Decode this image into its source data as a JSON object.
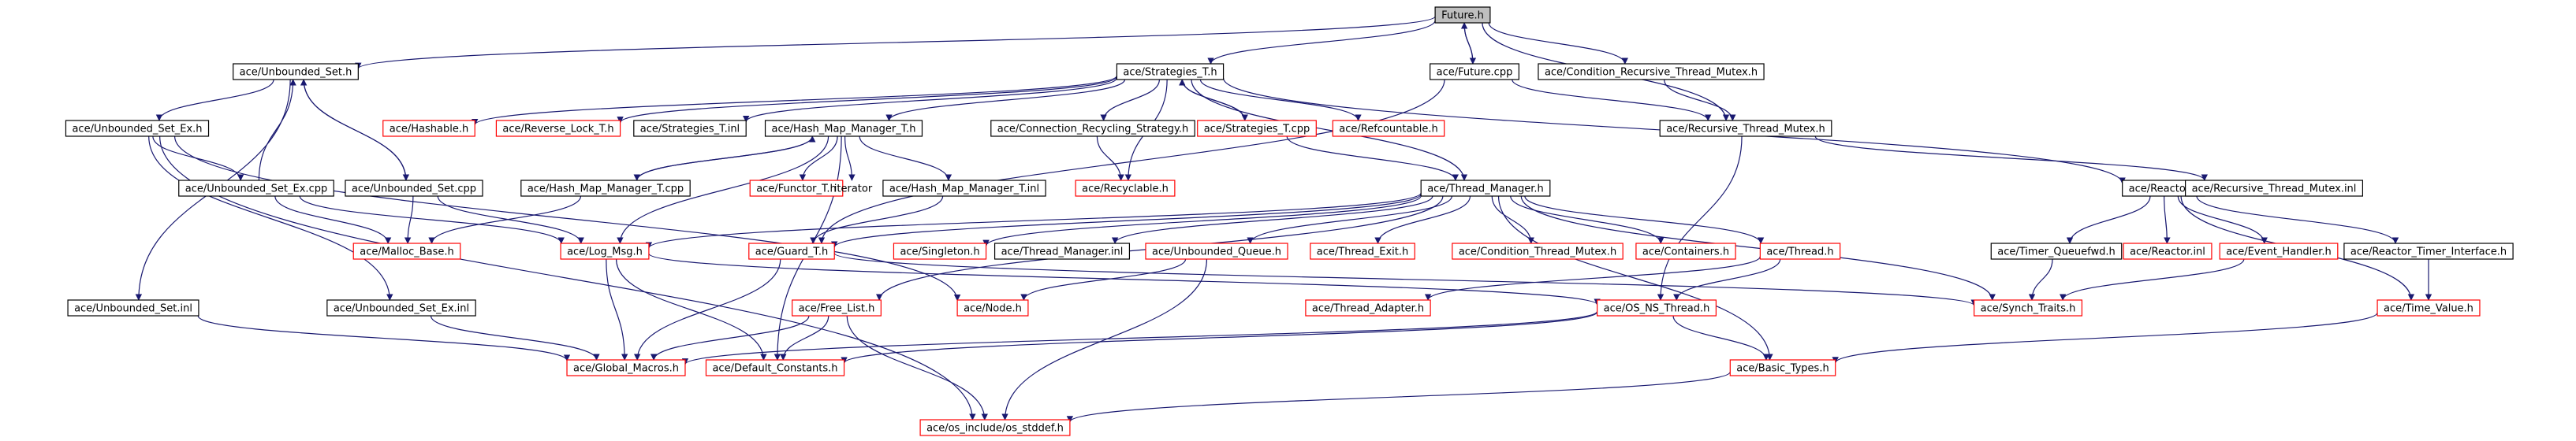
{
  "title": "Future.h",
  "colors": {
    "edge": "#191970",
    "node_border": "#000000",
    "external_border": "#ff0000",
    "root_fill": "#bfbfbf",
    "background": "#ffffff"
  },
  "nodes": [
    {
      "id": "future_h",
      "label": "Future.h",
      "kind": "root"
    },
    {
      "id": "unbounded_set_h",
      "label": "ace/Unbounded_Set.h",
      "kind": "normal"
    },
    {
      "id": "strategies_t_h",
      "label": "ace/Strategies_T.h",
      "kind": "normal"
    },
    {
      "id": "future_cpp",
      "label": "ace/Future.cpp",
      "kind": "normal"
    },
    {
      "id": "cond_rec_mutex_h",
      "label": "ace/Condition_Recursive_Thread_Mutex.h",
      "kind": "normal"
    },
    {
      "id": "unbounded_set_ex_h",
      "label": "ace/Unbounded_Set_Ex.h",
      "kind": "normal"
    },
    {
      "id": "hashable_h",
      "label": "ace/Hashable.h",
      "kind": "external"
    },
    {
      "id": "reverse_lock_t_h",
      "label": "ace/Reverse_Lock_T.h",
      "kind": "external"
    },
    {
      "id": "strategies_t_inl",
      "label": "ace/Strategies_T.inl",
      "kind": "normal"
    },
    {
      "id": "hash_map_manager_t_h",
      "label": "ace/Hash_Map_Manager_T.h",
      "kind": "normal"
    },
    {
      "id": "conn_recycling_h",
      "label": "ace/Connection_Recycling_Strategy.h",
      "kind": "normal"
    },
    {
      "id": "strategies_t_cpp",
      "label": "ace/Strategies_T.cpp",
      "kind": "external"
    },
    {
      "id": "refcountable_h",
      "label": "ace/Refcountable.h",
      "kind": "external"
    },
    {
      "id": "recursive_mutex_h",
      "label": "ace/Recursive_Thread_Mutex.h",
      "kind": "normal"
    },
    {
      "id": "unbounded_set_ex_cpp",
      "label": "ace/Unbounded_Set_Ex.cpp",
      "kind": "normal"
    },
    {
      "id": "unbounded_set_cpp",
      "label": "ace/Unbounded_Set.cpp",
      "kind": "normal"
    },
    {
      "id": "hash_map_manager_t_cpp",
      "label": "ace/Hash_Map_Manager_T.cpp",
      "kind": "normal"
    },
    {
      "id": "functor_t_h",
      "label": "ace/Functor_T.h",
      "kind": "external"
    },
    {
      "id": "iterator",
      "label": "iterator",
      "kind": "plain"
    },
    {
      "id": "hash_map_manager_t_inl",
      "label": "ace/Hash_Map_Manager_T.inl",
      "kind": "normal"
    },
    {
      "id": "recyclable_h",
      "label": "ace/Recyclable.h",
      "kind": "external"
    },
    {
      "id": "thread_manager_h",
      "label": "ace/Thread_Manager.h",
      "kind": "normal"
    },
    {
      "id": "reactor_h",
      "label": "ace/Reactor.h",
      "kind": "normal"
    },
    {
      "id": "recursive_mutex_inl",
      "label": "ace/Recursive_Thread_Mutex.inl",
      "kind": "normal"
    },
    {
      "id": "malloc_base_h",
      "label": "ace/Malloc_Base.h",
      "kind": "external"
    },
    {
      "id": "log_msg_h",
      "label": "ace/Log_Msg.h",
      "kind": "external"
    },
    {
      "id": "guard_t_h",
      "label": "ace/Guard_T.h",
      "kind": "external"
    },
    {
      "id": "singleton_h",
      "label": "ace/Singleton.h",
      "kind": "external"
    },
    {
      "id": "thread_manager_inl",
      "label": "ace/Thread_Manager.inl",
      "kind": "normal"
    },
    {
      "id": "unbounded_queue_h",
      "label": "ace/Unbounded_Queue.h",
      "kind": "external"
    },
    {
      "id": "thread_exit_h",
      "label": "ace/Thread_Exit.h",
      "kind": "external"
    },
    {
      "id": "cond_thread_mutex_h",
      "label": "ace/Condition_Thread_Mutex.h",
      "kind": "external"
    },
    {
      "id": "containers_h",
      "label": "ace/Containers.h",
      "kind": "external"
    },
    {
      "id": "thread_h",
      "label": "ace/Thread.h",
      "kind": "external"
    },
    {
      "id": "timer_queuefwd_h",
      "label": "ace/Timer_Queuefwd.h",
      "kind": "normal"
    },
    {
      "id": "reactor_inl",
      "label": "ace/Reactor.inl",
      "kind": "external"
    },
    {
      "id": "event_handler_h",
      "label": "ace/Event_Handler.h",
      "kind": "external"
    },
    {
      "id": "reactor_timer_if_h",
      "label": "ace/Reactor_Timer_Interface.h",
      "kind": "normal"
    },
    {
      "id": "unbounded_set_inl",
      "label": "ace/Unbounded_Set.inl",
      "kind": "normal"
    },
    {
      "id": "unbounded_set_ex_inl",
      "label": "ace/Unbounded_Set_Ex.inl",
      "kind": "normal"
    },
    {
      "id": "free_list_h",
      "label": "ace/Free_List.h",
      "kind": "external"
    },
    {
      "id": "node_h",
      "label": "ace/Node.h",
      "kind": "external"
    },
    {
      "id": "thread_adapter_h",
      "label": "ace/Thread_Adapter.h",
      "kind": "external"
    },
    {
      "id": "os_ns_thread_h",
      "label": "ace/OS_NS_Thread.h",
      "kind": "external"
    },
    {
      "id": "synch_traits_h",
      "label": "ace/Synch_Traits.h",
      "kind": "external"
    },
    {
      "id": "time_value_h",
      "label": "ace/Time_Value.h",
      "kind": "external"
    },
    {
      "id": "global_macros_h",
      "label": "ace/Global_Macros.h",
      "kind": "external"
    },
    {
      "id": "default_constants_h",
      "label": "ace/Default_Constants.h",
      "kind": "external"
    },
    {
      "id": "basic_types_h",
      "label": "ace/Basic_Types.h",
      "kind": "external"
    },
    {
      "id": "os_stddef_h",
      "label": "ace/os_include/os_stddef.h",
      "kind": "external"
    }
  ],
  "edges": [
    [
      "future_h",
      "unbounded_set_h"
    ],
    [
      "future_h",
      "strategies_t_h"
    ],
    [
      "future_h",
      "future_cpp"
    ],
    [
      "future_h",
      "cond_rec_mutex_h"
    ],
    [
      "future_h",
      "recursive_mutex_h"
    ],
    [
      "future_cpp",
      "future_h"
    ],
    [
      "future_cpp",
      "recursive_mutex_h"
    ],
    [
      "future_cpp",
      "guard_t_h"
    ],
    [
      "cond_rec_mutex_h",
      "recursive_mutex_h"
    ],
    [
      "unbounded_set_h",
      "unbounded_set_ex_h"
    ],
    [
      "unbounded_set_h",
      "unbounded_set_inl"
    ],
    [
      "unbounded_set_h",
      "unbounded_set_cpp"
    ],
    [
      "unbounded_set_ex_h",
      "unbounded_set_ex_cpp"
    ],
    [
      "unbounded_set_ex_h",
      "unbounded_set_ex_inl"
    ],
    [
      "unbounded_set_ex_h",
      "node_h"
    ],
    [
      "unbounded_set_ex_h",
      "os_stddef_h"
    ],
    [
      "unbounded_set_ex_cpp",
      "unbounded_set_h"
    ],
    [
      "unbounded_set_ex_cpp",
      "malloc_base_h"
    ],
    [
      "unbounded_set_ex_cpp",
      "log_msg_h"
    ],
    [
      "unbounded_set_cpp",
      "unbounded_set_h"
    ],
    [
      "unbounded_set_cpp",
      "malloc_base_h"
    ],
    [
      "unbounded_set_cpp",
      "log_msg_h"
    ],
    [
      "unbounded_set_inl",
      "global_macros_h"
    ],
    [
      "unbounded_set_ex_inl",
      "global_macros_h"
    ],
    [
      "strategies_t_h",
      "hashable_h"
    ],
    [
      "strategies_t_h",
      "reverse_lock_t_h"
    ],
    [
      "strategies_t_h",
      "strategies_t_inl"
    ],
    [
      "strategies_t_h",
      "hash_map_manager_t_h"
    ],
    [
      "strategies_t_h",
      "conn_recycling_h"
    ],
    [
      "strategies_t_h",
      "strategies_t_cpp"
    ],
    [
      "strategies_t_h",
      "refcountable_h"
    ],
    [
      "strategies_t_h",
      "recyclable_h"
    ],
    [
      "strategies_t_h",
      "thread_manager_h"
    ],
    [
      "strategies_t_h",
      "reactor_h"
    ],
    [
      "strategies_t_cpp",
      "strategies_t_h"
    ],
    [
      "strategies_t_cpp",
      "thread_manager_h"
    ],
    [
      "conn_recycling_h",
      "recyclable_h"
    ],
    [
      "hash_map_manager_t_h",
      "hash_map_manager_t_cpp"
    ],
    [
      "hash_map_manager_t_h",
      "functor_t_h"
    ],
    [
      "hash_map_manager_t_h",
      "iterator"
    ],
    [
      "hash_map_manager_t_h",
      "hash_map_manager_t_inl"
    ],
    [
      "hash_map_manager_t_h",
      "log_msg_h"
    ],
    [
      "hash_map_manager_t_h",
      "default_constants_h"
    ],
    [
      "hash_map_manager_t_cpp",
      "hash_map_manager_t_h"
    ],
    [
      "hash_map_manager_t_cpp",
      "malloc_base_h"
    ],
    [
      "hash_map_manager_t_inl",
      "guard_t_h"
    ],
    [
      "recursive_mutex_h",
      "recursive_mutex_inl"
    ],
    [
      "recursive_mutex_h",
      "os_ns_thread_h"
    ],
    [
      "thread_manager_h",
      "log_msg_h"
    ],
    [
      "thread_manager_h",
      "guard_t_h"
    ],
    [
      "thread_manager_h",
      "singleton_h"
    ],
    [
      "thread_manager_h",
      "thread_manager_inl"
    ],
    [
      "thread_manager_h",
      "unbounded_queue_h"
    ],
    [
      "thread_manager_h",
      "thread_exit_h"
    ],
    [
      "thread_manager_h",
      "cond_thread_mutex_h"
    ],
    [
      "thread_manager_h",
      "containers_h"
    ],
    [
      "thread_manager_h",
      "thread_h"
    ],
    [
      "thread_manager_h",
      "free_list_h"
    ],
    [
      "thread_manager_h",
      "synch_traits_h"
    ],
    [
      "thread_manager_h",
      "basic_types_h"
    ],
    [
      "reactor_h",
      "timer_queuefwd_h"
    ],
    [
      "reactor_h",
      "reactor_inl"
    ],
    [
      "reactor_h",
      "event_handler_h"
    ],
    [
      "reactor_h",
      "reactor_timer_if_h"
    ],
    [
      "reactor_h",
      "time_value_h"
    ],
    [
      "timer_queuefwd_h",
      "synch_traits_h"
    ],
    [
      "event_handler_h",
      "synch_traits_h"
    ],
    [
      "reactor_timer_if_h",
      "time_value_h"
    ],
    [
      "time_value_h",
      "basic_types_h"
    ],
    [
      "log_msg_h",
      "global_macros_h"
    ],
    [
      "log_msg_h",
      "default_constants_h"
    ],
    [
      "log_msg_h",
      "os_ns_thread_h"
    ],
    [
      "guard_t_h",
      "global_macros_h"
    ],
    [
      "guard_t_h",
      "synch_traits_h"
    ],
    [
      "unbounded_queue_h",
      "node_h"
    ],
    [
      "unbounded_queue_h",
      "os_stddef_h"
    ],
    [
      "thread_h",
      "thread_adapter_h"
    ],
    [
      "thread_h",
      "os_ns_thread_h"
    ],
    [
      "free_list_h",
      "global_macros_h"
    ],
    [
      "free_list_h",
      "default_constants_h"
    ],
    [
      "free_list_h",
      "os_stddef_h"
    ],
    [
      "os_ns_thread_h",
      "global_macros_h"
    ],
    [
      "os_ns_thread_h",
      "default_constants_h"
    ],
    [
      "os_ns_thread_h",
      "basic_types_h"
    ],
    [
      "basic_types_h",
      "os_stddef_h"
    ]
  ]
}
